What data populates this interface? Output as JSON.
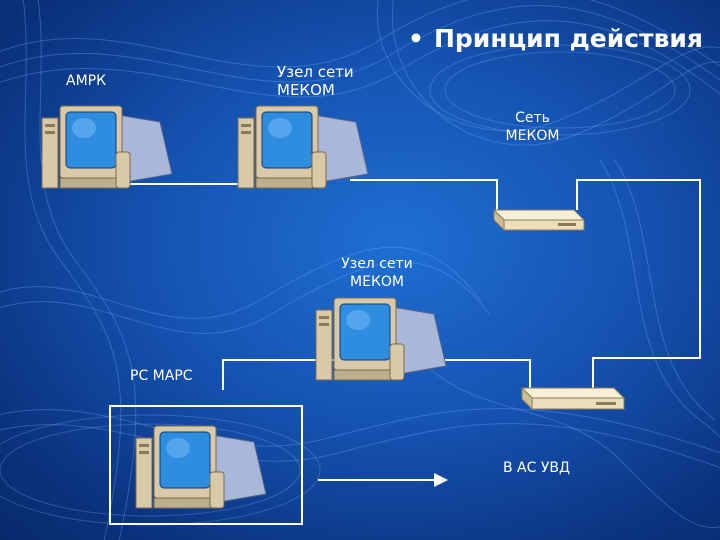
{
  "slide": {
    "title": "Принцип действия",
    "bullet": "•",
    "labels": {
      "ampk": "АМРК",
      "node_top_line1": "Узел сети",
      "node_top_line2": "МЕКОМ",
      "network_line1": "Сеть",
      "network_line2": "МЕКОМ",
      "node_mid_line1": "Узел сети",
      "node_mid_line2": "МЕКОМ",
      "rs_mars": "РС МАРС",
      "to_as_uvd": "В АС УВД"
    }
  },
  "colors": {
    "background": "#1552b0",
    "line": "#ffffff",
    "monitor_screen": "#2f8de0",
    "case": "#d9c9a8"
  },
  "icons": [
    "computer-icon",
    "modem-icon",
    "arrow-right-icon"
  ]
}
